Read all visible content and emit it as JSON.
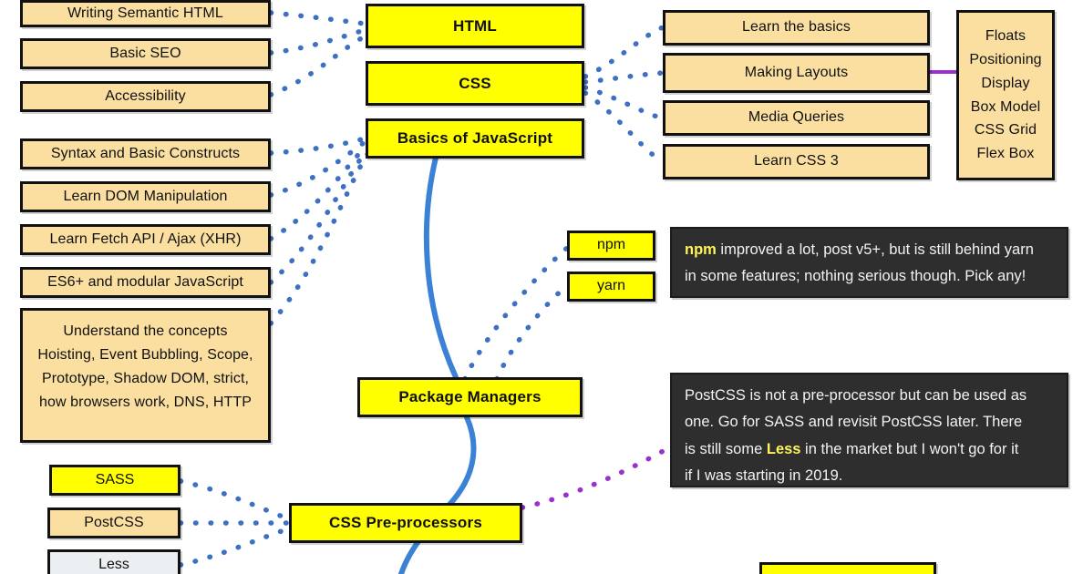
{
  "diagram": {
    "title": "Frontend Developer Roadmap 2019 (fragment)",
    "colors": {
      "topic_fill": "#ffff00",
      "subtopic_fill": "#fadfa0",
      "neutral_fill": "#eceff1",
      "note_bg": "#2e2e2e",
      "note_highlight": "#fff45a",
      "spine_line": "#3b82d6",
      "dotted_link": "#3d6fc4",
      "purple_link": "#9b2fd0"
    }
  },
  "main_topics": [
    {
      "id": "html",
      "label": "HTML"
    },
    {
      "id": "css",
      "label": "CSS"
    },
    {
      "id": "js",
      "label": "Basics of JavaScript"
    },
    {
      "id": "pkg",
      "label": "Package Managers"
    },
    {
      "id": "preproc",
      "label": "CSS Pre-processors"
    }
  ],
  "html_subtopics": [
    {
      "label": "Writing Semantic HTML"
    },
    {
      "label": "Basic SEO"
    },
    {
      "label": "Accessibility"
    }
  ],
  "js_subtopics": [
    {
      "label": "Syntax and Basic Constructs"
    },
    {
      "label": "Learn DOM Manipulation"
    },
    {
      "label": "Learn Fetch API / Ajax (XHR)"
    },
    {
      "label": "ES6+ and modular JavaScript"
    }
  ],
  "js_concepts_box": {
    "lines": [
      "Understand the concepts",
      "Hoisting, Event Bubbling, Scope,",
      "Prototype, Shadow DOM, strict,",
      "how browsers work, DNS, HTTP"
    ]
  },
  "css_subtopics": [
    {
      "label": "Learn the basics"
    },
    {
      "label": "Making Layouts"
    },
    {
      "label": "Media Queries"
    },
    {
      "label": "Learn CSS 3"
    }
  ],
  "layout_topics": {
    "lines": [
      "Floats",
      "Positioning",
      "Display",
      "Box Model",
      "CSS Grid",
      "Flex Box"
    ]
  },
  "package_managers": [
    {
      "label": "npm"
    },
    {
      "label": "yarn"
    }
  ],
  "preprocessors": [
    {
      "label": "SASS",
      "style": "yellow"
    },
    {
      "label": "PostCSS",
      "style": "tan"
    },
    {
      "label": "Less",
      "style": "grey"
    }
  ],
  "notes": {
    "npm_note": {
      "line1_pre": "npm",
      "line1_rest": " improved a lot, post v5+, but is still behind yarn",
      "line2": "in some features; nothing serious though. Pick any!"
    },
    "postcss_note": {
      "line1": "PostCSS is not a pre-processor but can be used as",
      "line2": "one. Go for SASS and revisit PostCSS later. There",
      "line3_pre": "is still some ",
      "line3_hl": "Less",
      "line3_post": " in the market but I won't go for it",
      "line4": "if I was starting in 2019."
    }
  },
  "clipped_bottom_box": {
    "label": ""
  }
}
